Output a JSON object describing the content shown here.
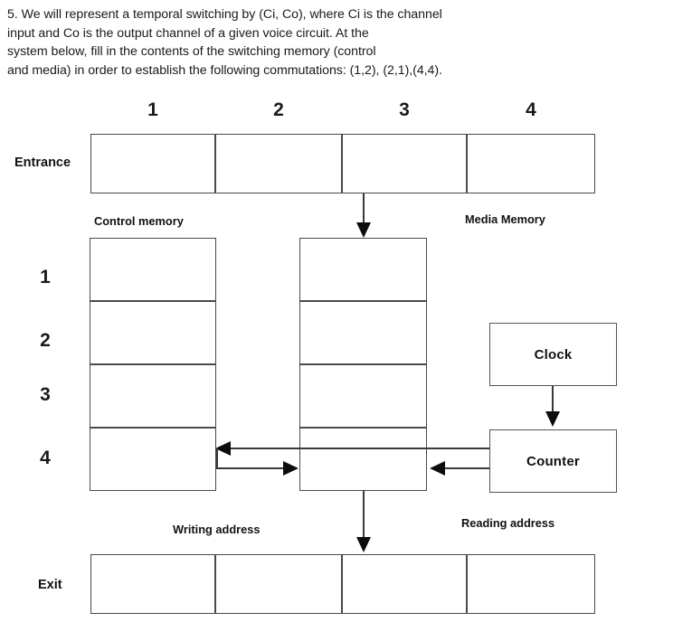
{
  "question": {
    "lines": [
      "5. We will represent a temporal switching by (Ci, Co), where Ci is the channel",
      "input and Co is the output channel of a given voice circuit. At the",
      "system below, fill in the contents of the switching memory (control",
      "and media) in order to establish the following commutations: (1,2), (2,1),(4,4)."
    ]
  },
  "diagram": {
    "column_headers": [
      "1",
      "2",
      "3",
      "4"
    ],
    "row_headers": [
      "1",
      "2",
      "3",
      "4"
    ],
    "entrance_label": "Entrance",
    "exit_label": "Exit",
    "control_memory_label": "Control memory",
    "media_memory_label": "Media Memory",
    "writing_address_label": "Writing address",
    "reading_address_label": "Reading address",
    "clock_label": "Clock",
    "counter_label": "Counter",
    "entrance_cells": [
      "",
      "",
      "",
      ""
    ],
    "exit_cells": [
      "",
      "",
      "",
      ""
    ],
    "control_memory_cells": [
      "",
      "",
      "",
      ""
    ],
    "media_memory_cells": [
      "",
      "",
      "",
      ""
    ],
    "colors": {
      "stroke": "#4a4a4a",
      "arrow": "#0d0d0d",
      "text": "#1a1a1a",
      "background": "#ffffff"
    }
  }
}
